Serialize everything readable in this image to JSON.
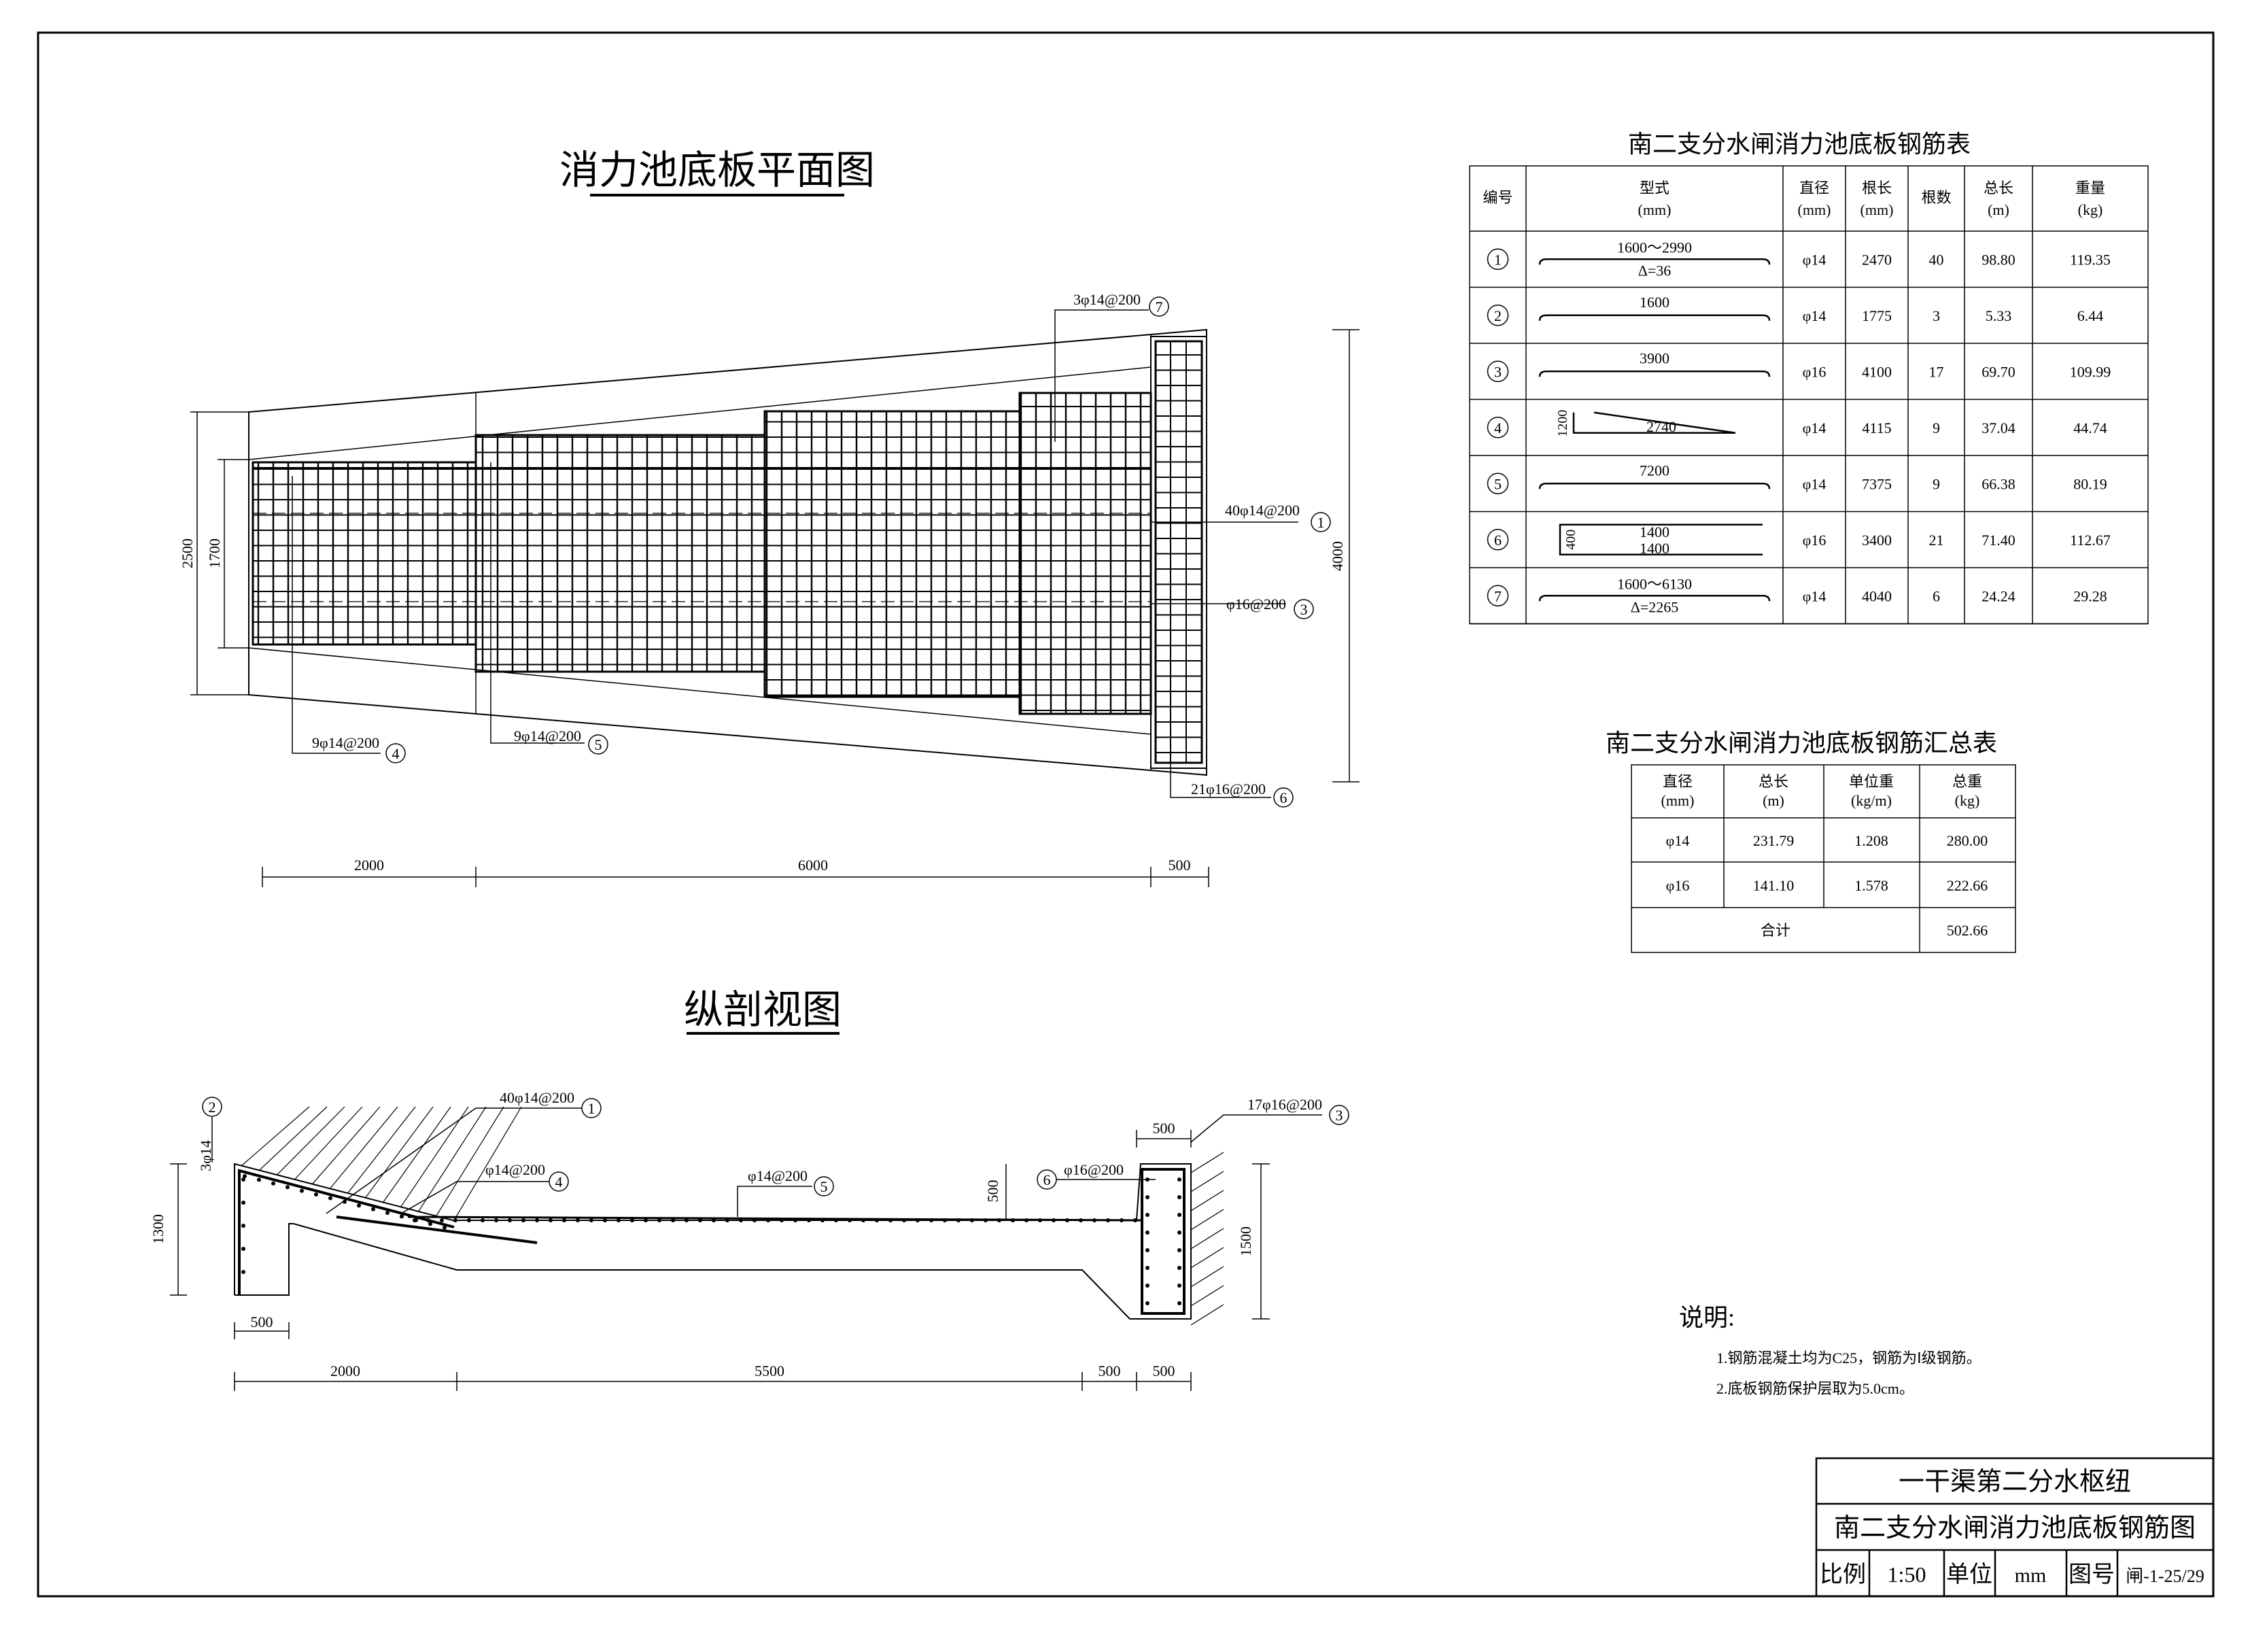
{
  "plan": {
    "title": "消力池底板平面图",
    "dims": {
      "w1": "2000",
      "w2": "6000",
      "w3": "500",
      "h_outer": "2500",
      "h_inner": "1700",
      "h_right": "4000"
    },
    "callouts": [
      {
        "text": "3φ14@200",
        "num": "7"
      },
      {
        "text": "40φ14@200",
        "num": "1"
      },
      {
        "text": "φ16@200",
        "num": "3"
      },
      {
        "text": "9φ14@200",
        "num": "4"
      },
      {
        "text": "9φ14@200",
        "num": "5"
      },
      {
        "text": "21φ16@200",
        "num": "6"
      }
    ]
  },
  "section": {
    "title": "纵剖视图",
    "dims": {
      "d1": "2000",
      "d2": "5500",
      "d3": "500",
      "d4": "500",
      "base": "500",
      "top": "500",
      "h_left": "1300",
      "h_right": "1500",
      "step": "500",
      "bar2": "3φ14"
    },
    "callouts": [
      {
        "text": "40φ14@200",
        "num": "1"
      },
      {
        "text": "17φ16@200",
        "num": "3"
      },
      {
        "text": "φ14@200",
        "num": "4"
      },
      {
        "text": "φ14@200",
        "num": "5"
      },
      {
        "text": "φ16@200",
        "num": "6"
      },
      {
        "text": "",
        "num": "2"
      }
    ]
  },
  "rebar_table": {
    "title": "南二支分水闸消力池底板钢筋表",
    "headers": [
      {
        "l1": "编号",
        "l2": ""
      },
      {
        "l1": "型式",
        "l2": "(mm)"
      },
      {
        "l1": "直径",
        "l2": "(mm)"
      },
      {
        "l1": "根长",
        "l2": "(mm)"
      },
      {
        "l1": "根数",
        "l2": ""
      },
      {
        "l1": "总长",
        "l2": "(m)"
      },
      {
        "l1": "重量",
        "l2": "(kg)"
      }
    ],
    "rows": [
      {
        "no": "1",
        "shape_top": "1600～2990",
        "shape_bottom": "Δ=36",
        "dia": "φ14",
        "len": "2470",
        "count": "40",
        "total": "98.80",
        "weight": "119.35"
      },
      {
        "no": "2",
        "shape_top": "1600",
        "shape_bottom": "",
        "dia": "φ14",
        "len": "1775",
        "count": "3",
        "total": "5.33",
        "weight": "6.44"
      },
      {
        "no": "3",
        "shape_top": "3900",
        "shape_bottom": "",
        "dia": "φ16",
        "len": "4100",
        "count": "17",
        "total": "69.70",
        "weight": "109.99"
      },
      {
        "no": "4",
        "shape_top": "2740",
        "shape_bottom": "1200",
        "dia": "φ14",
        "len": "4115",
        "count": "9",
        "total": "37.04",
        "weight": "44.74"
      },
      {
        "no": "5",
        "shape_top": "7200",
        "shape_bottom": "",
        "dia": "φ14",
        "len": "7375",
        "count": "9",
        "total": "66.38",
        "weight": "80.19"
      },
      {
        "no": "6",
        "shape_top": "1400",
        "shape_bottom": "1400",
        "shape_side": "400",
        "dia": "φ16",
        "len": "3400",
        "count": "21",
        "total": "71.40",
        "weight": "112.67"
      },
      {
        "no": "7",
        "shape_top": "1600～6130",
        "shape_bottom": "Δ=2265",
        "dia": "φ14",
        "len": "4040",
        "count": "6",
        "total": "24.24",
        "weight": "29.28"
      }
    ]
  },
  "summary_table": {
    "title": "南二支分水闸消力池底板钢筋汇总表",
    "headers": [
      {
        "l1": "直径",
        "l2": "(mm)"
      },
      {
        "l1": "总长",
        "l2": "(m)"
      },
      {
        "l1": "单位重",
        "l2": "(kg/m)"
      },
      {
        "l1": "总重",
        "l2": "(kg)"
      }
    ],
    "rows": [
      {
        "dia": "φ14",
        "len": "231.79",
        "unit": "1.208",
        "weight": "280.00"
      },
      {
        "dia": "φ16",
        "len": "141.10",
        "unit": "1.578",
        "weight": "222.66"
      }
    ],
    "total_label": "合计",
    "total_value": "502.66"
  },
  "notes": {
    "title": "说明:",
    "lines": [
      "1.钢筋混凝土均为C25，钢筋为Ⅰ级钢筋。",
      "2.底板钢筋保护层取为5.0cm。"
    ]
  },
  "title_block": {
    "project": "一干渠第二分水枢纽",
    "drawing": "南二支分水闸消力池底板钢筋图",
    "scale_label": "比例",
    "scale": "1:50",
    "unit_label": "单位",
    "unit": "mm",
    "no_label": "图号",
    "no": "闸-1-25/29"
  }
}
